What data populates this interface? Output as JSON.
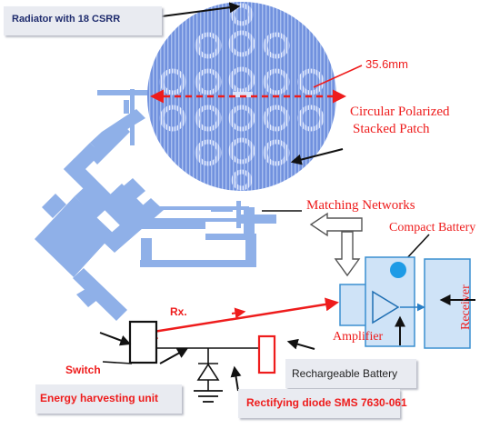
{
  "labels": {
    "radiator": "Radiator with 18 CSRR",
    "dimension": "35.6mm",
    "patch_line1": "Circular  Polarized",
    "patch_line2": "Stacked Patch",
    "matching": "Matching Networks",
    "compact_battery": "Compact Battery",
    "receiver": "Receiver",
    "rx": "Rx.",
    "amplifier": "Amplifier",
    "switch": "Switch",
    "rechargeable": "Rechargeable Battery",
    "energy": "Energy harvesting unit",
    "diode": "Rectifying diode SMS 7630-061"
  },
  "colors": {
    "annotation_red": "#ee1c1c",
    "antenna_blue": "#8fb0e8",
    "patch_blue": "#6f8fdc",
    "block_fill": "#cfe3f7",
    "block_stroke": "#3a8fd0",
    "dot_blue": "#1e9be6",
    "tag_gray": "#e9ebf1"
  }
}
